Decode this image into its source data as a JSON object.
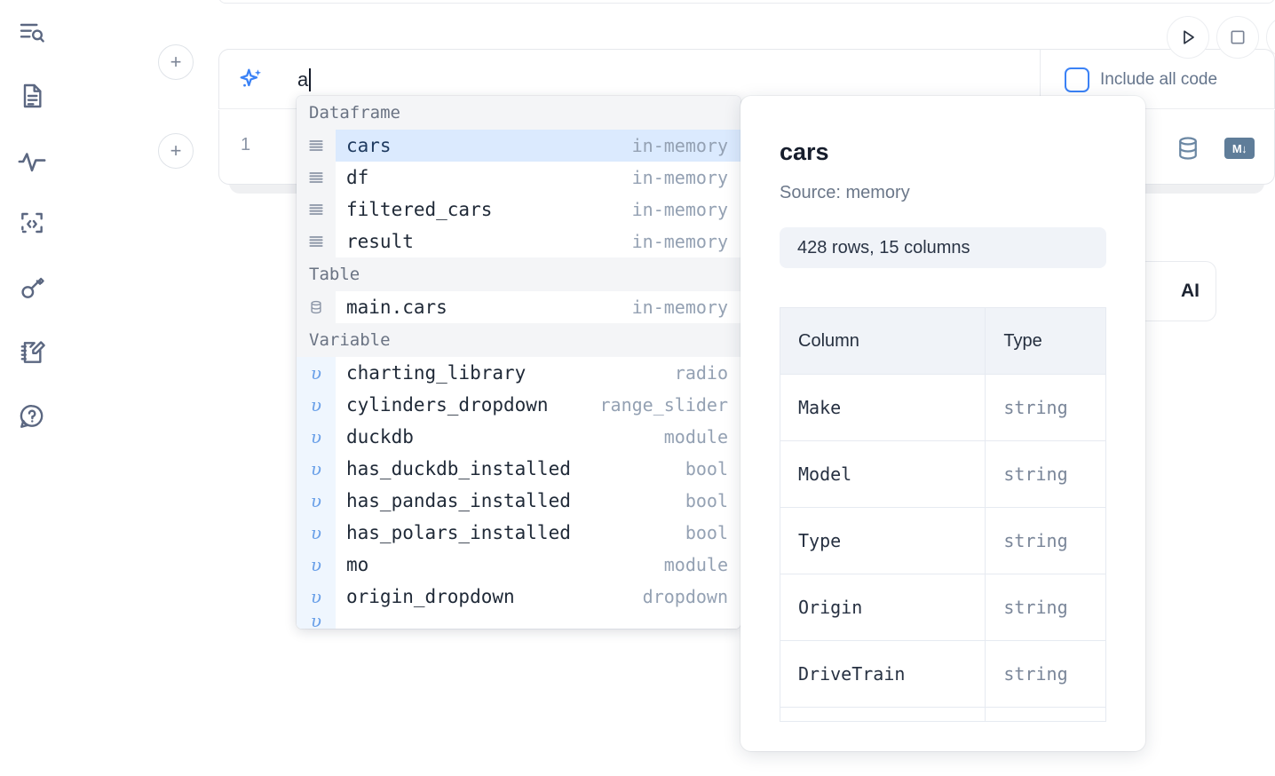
{
  "sidebar": {
    "items": [
      {
        "name": "search-outline-icon",
        "label": "Outline search"
      },
      {
        "name": "document-icon",
        "label": "Notebook file"
      },
      {
        "name": "activity-icon",
        "label": "Variables activity"
      },
      {
        "name": "embed-code-icon",
        "label": "Snippets"
      },
      {
        "name": "key-icon",
        "label": "Secrets"
      },
      {
        "name": "notebook-edit-icon",
        "label": "Scratchpad"
      },
      {
        "name": "help-chat-icon",
        "label": "Help"
      }
    ]
  },
  "toolbar": {
    "add_cell_symbol": "+",
    "run_label": "Run cell",
    "stop_label": "Stop",
    "include_all_code_label": "Include all code",
    "include_all_code_checked": false
  },
  "prompt": {
    "value": "a",
    "icon": "ai-sparkle-icon"
  },
  "cell": {
    "line_number": "1",
    "database_icon": "database-icon",
    "markdown_icon": "markdown-icon",
    "markdown_badge_label": "M↓"
  },
  "ai_button": {
    "label": "AI"
  },
  "autocomplete": {
    "groups": [
      {
        "title": "Dataframe",
        "icon": "dataframe-icon",
        "kind": "dataframe",
        "items": [
          {
            "name": "cars",
            "type": "in-memory",
            "selected": true
          },
          {
            "name": "df",
            "type": "in-memory",
            "selected": false
          },
          {
            "name": "filtered_cars",
            "type": "in-memory",
            "selected": false
          },
          {
            "name": "result",
            "type": "in-memory",
            "selected": false
          }
        ]
      },
      {
        "title": "Table",
        "icon": "table-database-icon",
        "kind": "table",
        "items": [
          {
            "name": "main.cars",
            "type": "in-memory",
            "selected": false
          }
        ]
      },
      {
        "title": "Variable",
        "icon": "variable-icon",
        "kind": "variable",
        "items": [
          {
            "name": "charting_library",
            "type": "radio",
            "selected": false
          },
          {
            "name": "cylinders_dropdown",
            "type": "range_slider",
            "selected": false
          },
          {
            "name": "duckdb",
            "type": "module",
            "selected": false
          },
          {
            "name": "has_duckdb_installed",
            "type": "bool",
            "selected": false
          },
          {
            "name": "has_pandas_installed",
            "type": "bool",
            "selected": false
          },
          {
            "name": "has_polars_installed",
            "type": "bool",
            "selected": false
          },
          {
            "name": "mo",
            "type": "module",
            "selected": false
          },
          {
            "name": "origin_dropdown",
            "type": "dropdown",
            "selected": false
          }
        ]
      }
    ]
  },
  "documentation": {
    "title": "cars",
    "source": "Source: memory",
    "shape": "428 rows, 15 columns",
    "table": {
      "headers": [
        "Column",
        "Type"
      ],
      "rows": [
        [
          "Make",
          "string"
        ],
        [
          "Model",
          "string"
        ],
        [
          "Type",
          "string"
        ],
        [
          "Origin",
          "string"
        ],
        [
          "DriveTrain",
          "string"
        ]
      ]
    }
  },
  "colors": {
    "accent": "#3b82f6",
    "selection": "#dbeafe",
    "icon": "#5b6781",
    "muted": "#94a1b3"
  }
}
